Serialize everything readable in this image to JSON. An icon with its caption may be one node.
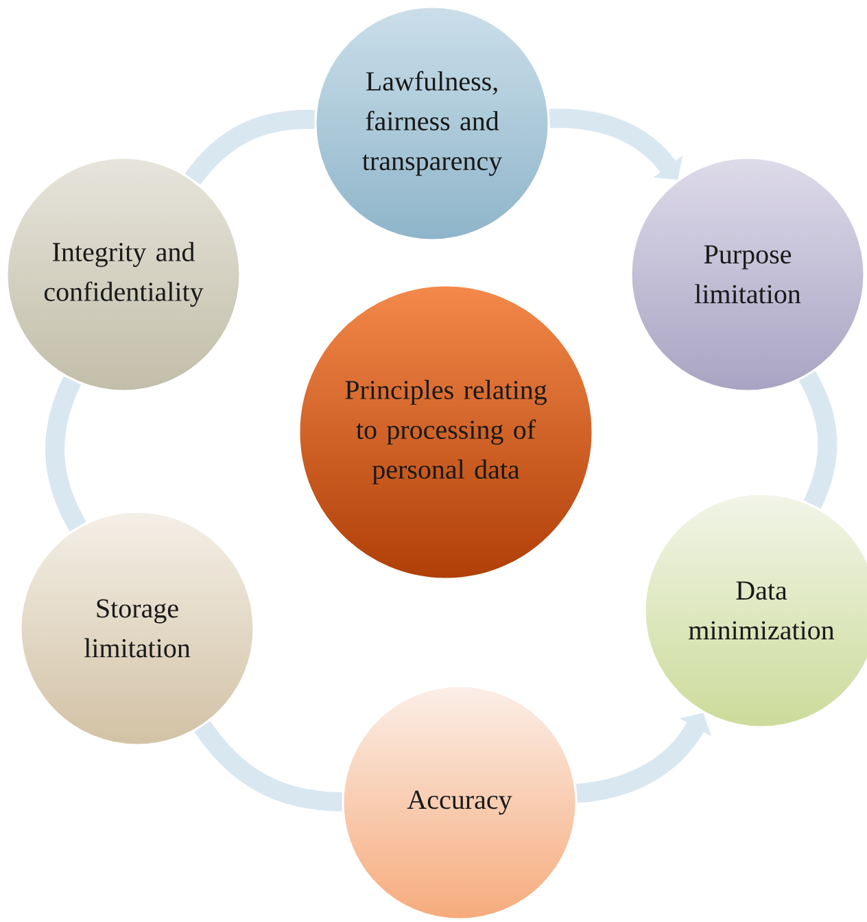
{
  "diagram": {
    "nodes": [
      {
        "text": [
          "Principles relating to processing of personal data"
        ]
      },
      {
        "text": [
          "Lawfulness, fairness and transparency"
        ]
      },
      {
        "text": [
          "Purpose limitation"
        ]
      },
      {
        "text": [
          "Data minimization"
        ]
      },
      {
        "text": [
          "Accuracy"
        ]
      },
      {
        "text": [
          "Storage limitation"
        ]
      },
      {
        "text": [
          "Integrity and confidentiality"
        ]
      }
    ],
    "edges": [
      {
        "from": 6,
        "to": 1,
        "arrow": "none"
      },
      {
        "from": 1,
        "to": 2,
        "arrow": "to"
      },
      {
        "from": 2,
        "to": 3,
        "arrow": "none"
      },
      {
        "from": 4,
        "to": 3,
        "arrow": "to"
      },
      {
        "from": 5,
        "to": 4,
        "arrow": "none"
      },
      {
        "from": 5,
        "to": 6,
        "arrow": "none"
      }
    ]
  }
}
